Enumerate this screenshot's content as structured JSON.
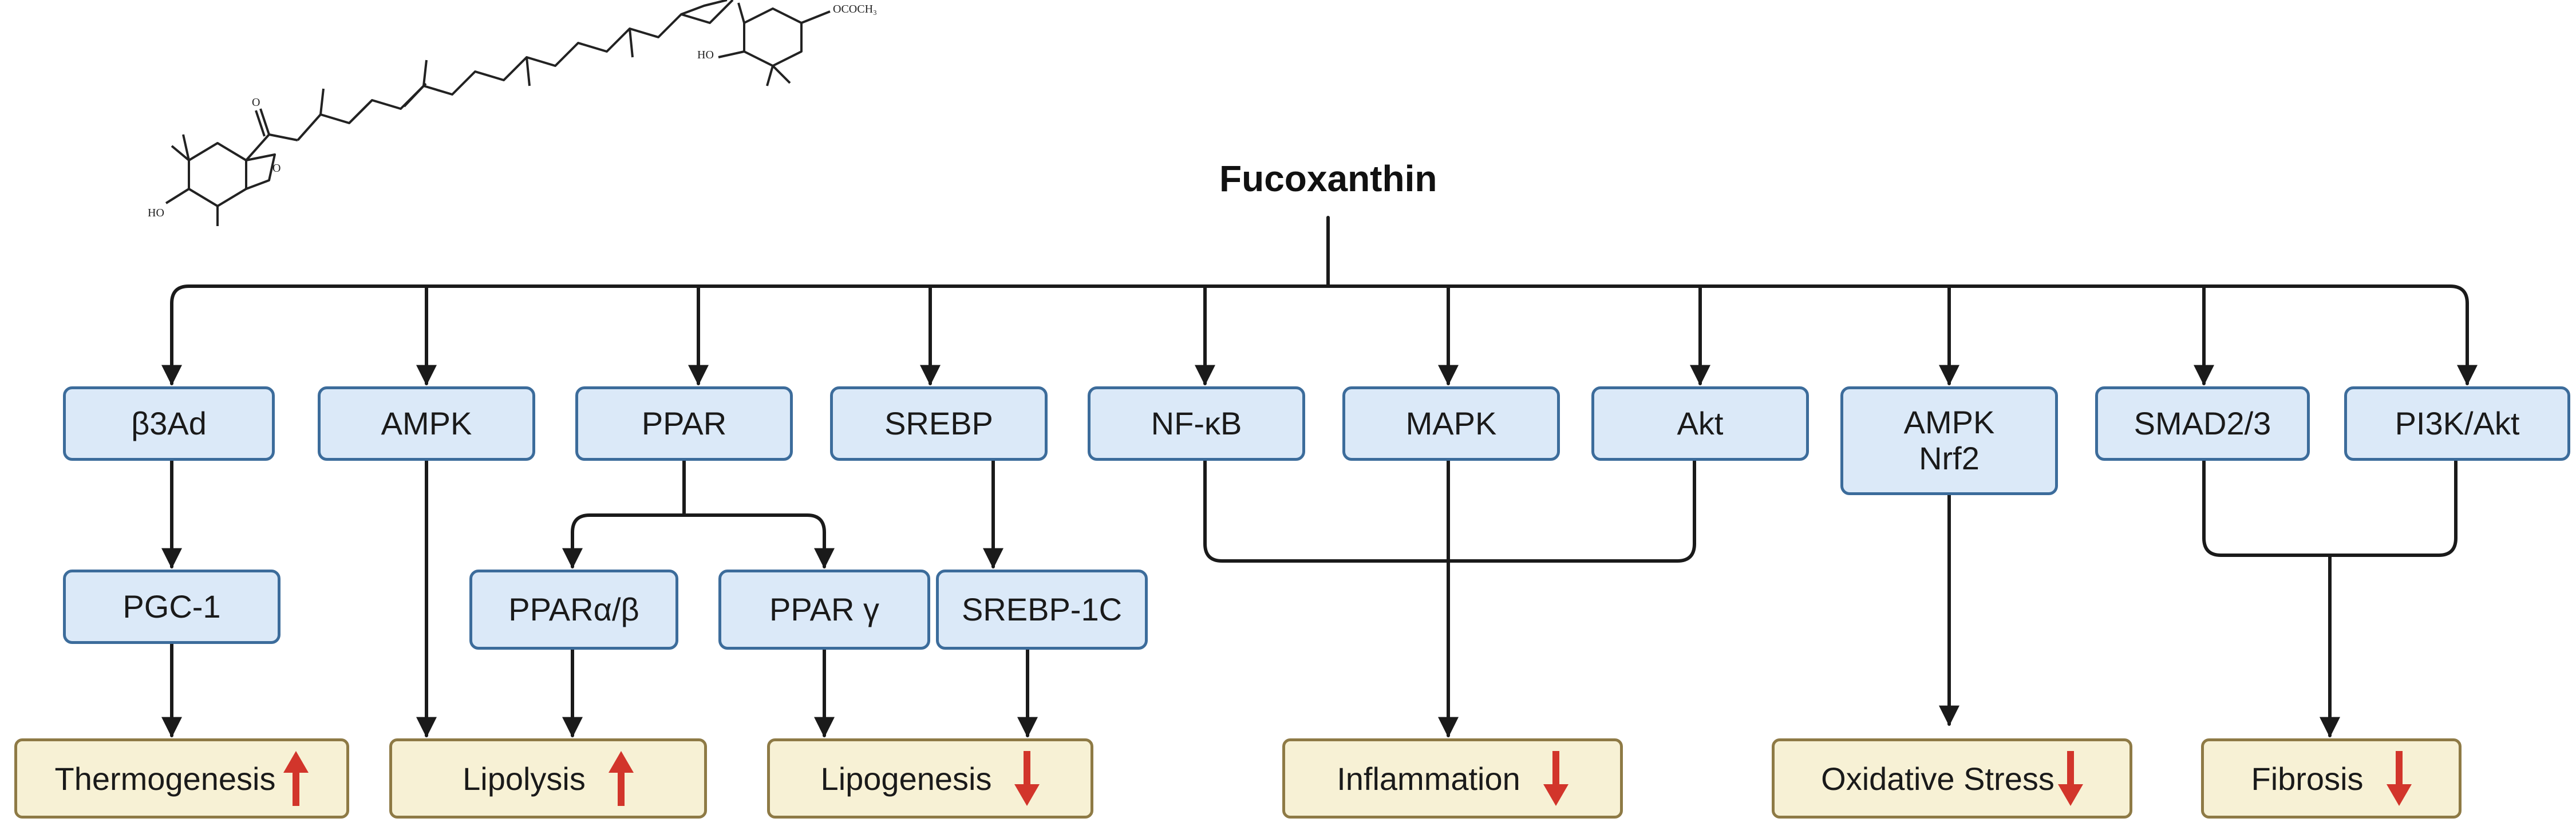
{
  "compound": {
    "name": "Fucoxanthin",
    "structure_labels": {
      "hydroxyl": "HO",
      "acetoxy": "OCOCH₃",
      "keto": "O",
      "epoxide": "O"
    }
  },
  "pathways": {
    "b3ad": "β3Ad",
    "ampk": "AMPK",
    "ppar": "PPAR",
    "srebp": "SREBP",
    "nfkb": "NF-κB",
    "mapk": "MAPK",
    "akt": "Akt",
    "ampk_nrf2_line1": "AMPK",
    "ampk_nrf2_line2": "Nrf2",
    "smad": "SMAD2/3",
    "pi3k": "PI3K/Akt"
  },
  "intermediates": {
    "pgc1": "PGC-1",
    "ppar_ab": "PPARα/β",
    "ppar_g": "PPAR γ",
    "srebp1c": "SREBP-1C"
  },
  "outcomes": [
    {
      "label": "Thermogenesis",
      "direction": "up"
    },
    {
      "label": "Lipolysis",
      "direction": "up"
    },
    {
      "label": "Lipogenesis",
      "direction": "down"
    },
    {
      "label": "Inflammation",
      "direction": "down"
    },
    {
      "label": "Oxidative Stress",
      "direction": "down"
    },
    {
      "label": "Fibrosis",
      "direction": "down"
    }
  ],
  "colors": {
    "node_fill": "#dbe9f8",
    "node_border": "#3c6c9b",
    "outcome_fill": "#f7f1d5",
    "outcome_border": "#8e7a45",
    "arrow_red": "#d2352b",
    "line": "#1a1a1a"
  }
}
